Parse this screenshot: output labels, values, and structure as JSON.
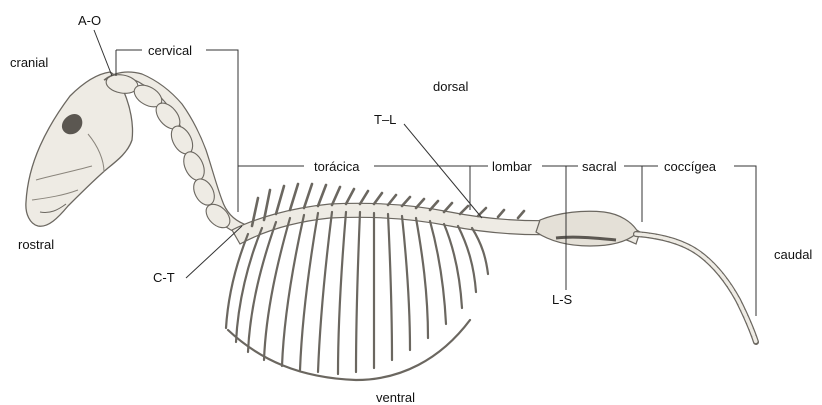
{
  "labels": {
    "ao": "A-O",
    "cervical": "cervical",
    "cranial": "cranial",
    "dorsal": "dorsal",
    "tl": "T–L",
    "toracica": "torácica",
    "lombar": "lombar",
    "sacral": "sacral",
    "coccigea": "coccígea",
    "rostral": "rostral",
    "caudal": "caudal",
    "ct": "C-T",
    "ls": "L-S",
    "ventral": "ventral"
  },
  "colors": {
    "bone_fill": "#eeebe4",
    "bone_stroke": "#6b6760",
    "bone_shade": "#b9b4aa",
    "line": "#333333"
  }
}
